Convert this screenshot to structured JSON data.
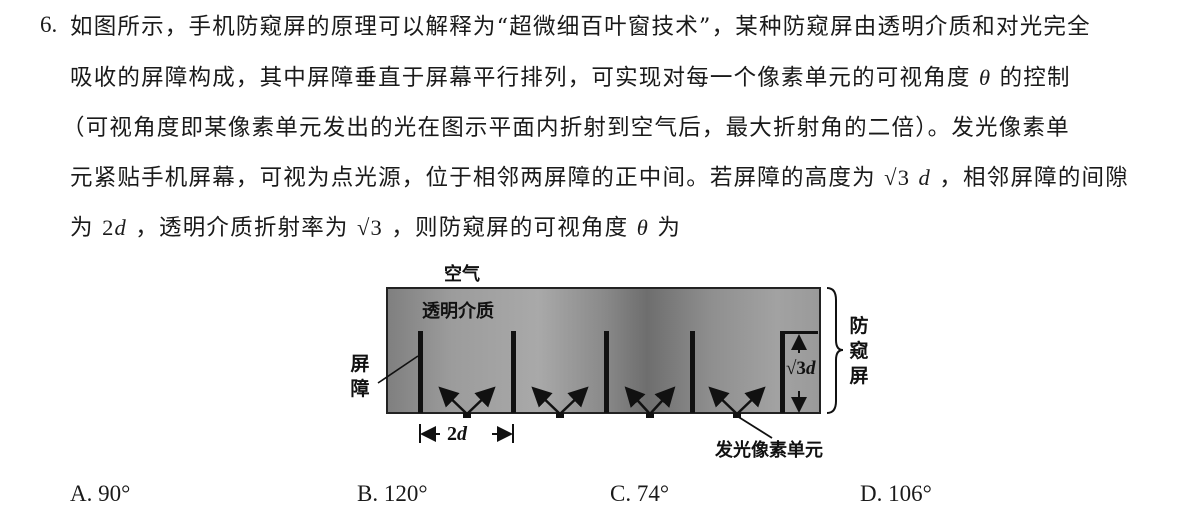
{
  "question": {
    "number": "6.",
    "lines": [
      "如图所示，手机防窥屏的原理可以解释为“超微细百叶窗技术”，某种防窥屏由透明介质和对光完全",
      "吸收的屏障构成，其中屏障垂直于屏幕平行排列，可实现对每一个像素单元的可视角度",
      "（可视角度即某像素单元发出的光在图示平面内折射到空气后，最大折射角的二倍）。发光像素单",
      "元紧贴手机屏幕，可视为点光源，位于相邻两屏障的正中间。若屏障的高度为",
      "为",
      "，透明介质折射率为",
      "，则防窥屏的可视角度"
    ],
    "line2_tail": "的控制",
    "theta": "θ",
    "line4_tail_sqrt": "√3",
    "line4_tail_d": "d",
    "line4_tail_rest": "，相邻屏障的间隙",
    "line5_gap": "2d",
    "line5_n": "√3",
    "line5_end": "为"
  },
  "diagram": {
    "label_air": "空气",
    "label_medium": "透明介质",
    "label_barrier_1": "屏",
    "label_barrier_2": "障",
    "label_gap": "2d",
    "label_height": "√3d",
    "label_screen_1": "防",
    "label_screen_2": "窥",
    "label_screen_3": "屏",
    "label_pixel": "发光像素单元",
    "colors": {
      "medium": "#8d8d8d",
      "barrier": "#111111",
      "border": "#222222"
    }
  },
  "choices": [
    {
      "letter": "A.",
      "value": "90°"
    },
    {
      "letter": "B.",
      "value": "120°"
    },
    {
      "letter": "C.",
      "value": "74°"
    },
    {
      "letter": "D.",
      "value": "106°"
    }
  ]
}
